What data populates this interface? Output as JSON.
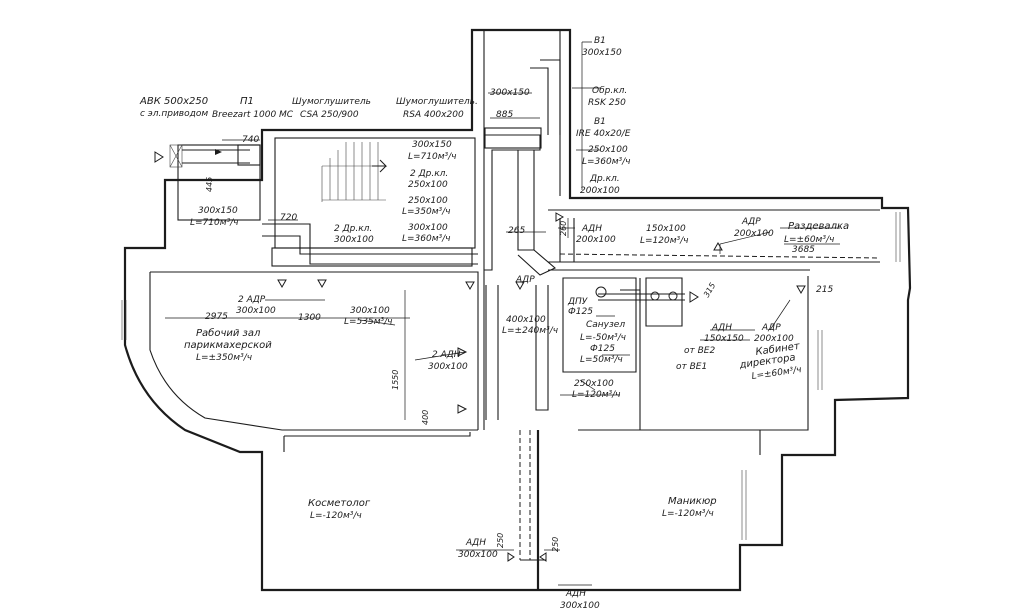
{
  "equipment": {
    "avk_line1": "АВК 500x250",
    "avk_line2": "с эл.приводом",
    "p1_name": "П1",
    "p1_model": "Breezart 1000 МС",
    "silencer1_name": "Шумоглушитель",
    "silencer1_model": "CSA 250/900",
    "silencer2_name": "Шумоглушитель.",
    "silencer2_model": "RSA 400x200",
    "b1_name": "В1",
    "b1_size": "300x150",
    "obr_kl_name": "Обр.кл.",
    "obr_kl_model": "RSK 250",
    "b1_fan_name": "В1",
    "b1_fan_model": "IRE 40x20/E",
    "dr_kl_right": "Др.кл.",
    "dr_kl_right_size": "200x100"
  },
  "ducts": {
    "d_300x150_top": "300x150",
    "d_885": "885",
    "d_740": "740",
    "d_445": "445",
    "d_300x150_l": "300x150",
    "d_l710_left": "L=710м³/ч",
    "d_720": "720",
    "d_300x150_c": "300x150",
    "d_l710_c": "L=710м³/ч",
    "d_2drkl": "2 Др.кл.",
    "d_250x100_a": "250x100",
    "d_250x100_b": "250x100",
    "d_l350": "L=350м³/ч",
    "d_2drkl_b": "2 Др.кл.",
    "d_300x100_a": "300x100",
    "d_300x100_b": "300x100",
    "d_l360_a": "L=360м³/ч",
    "d_265": "265",
    "d_260": "260",
    "d_250x100_r": "250x100",
    "d_l360_r": "L=360м³/ч",
    "d_150x100": "150x100",
    "d_l120_top": "L=120м³/ч",
    "d_2adr": "2 АДР",
    "d_300x100_c": "300x100",
    "d_2975": "2975",
    "d_1300": "1300",
    "d_300x100_d": "300x100",
    "d_l535": "L=535м³/ч",
    "d_400x100": "400x100",
    "d_l240": "L=±240м³/ч",
    "d_2adn": "2 АДН",
    "d_300x100_e": "300x100",
    "d_1550": "1550",
    "d_400": "400",
    "d_250x100_b2": "250x100",
    "d_l120_b2": "L=120м³/ч",
    "d_dpu": "ДПУ",
    "d_phi125": "Ф125",
    "d_315": "315",
    "d_215": "215",
    "d_3685": "3685",
    "d_adn_top": "АДН",
    "d_200x100_top": "200x100",
    "d_adr_top": "АДР",
    "d_200x100_adr": "200x100",
    "d_adr_label": "АДР",
    "d_adn_mid": "АДН",
    "d_150x150": "150x150",
    "d_adr_mid": "АДР",
    "d_200x100_mid": "200x100",
    "d_ot_be2": "от ВЕ2",
    "d_ot_be1": "от ВЕ1",
    "d_250_l": "250",
    "d_adn_bl": "АДН",
    "d_300x100_bl": "300x100",
    "d_250_r": "250",
    "d_adn_br": "АДН",
    "d_300x100_br": "300x100"
  },
  "rooms": {
    "hall_line1": "Рабочий зал",
    "hall_line2": "парикмахерской",
    "hall_flow": "L=±350м³/ч",
    "wc_name": "Санузел",
    "wc_flow1": "L=-50м³/ч",
    "wc_phi": "Ф125",
    "wc_flow2": "L=50м³/ч",
    "locker_name": "Раздевалка",
    "locker_flow": "L=±60м³/ч",
    "director_line1": "Кабинет",
    "director_line2": "директора",
    "director_flow": "L=±60м³/ч",
    "cosmetologist_name": "Косметолог",
    "cosmetologist_flow": "L=-120м³/ч",
    "manicure_name": "Маникюр",
    "manicure_flow": "L=-120м³/ч"
  }
}
